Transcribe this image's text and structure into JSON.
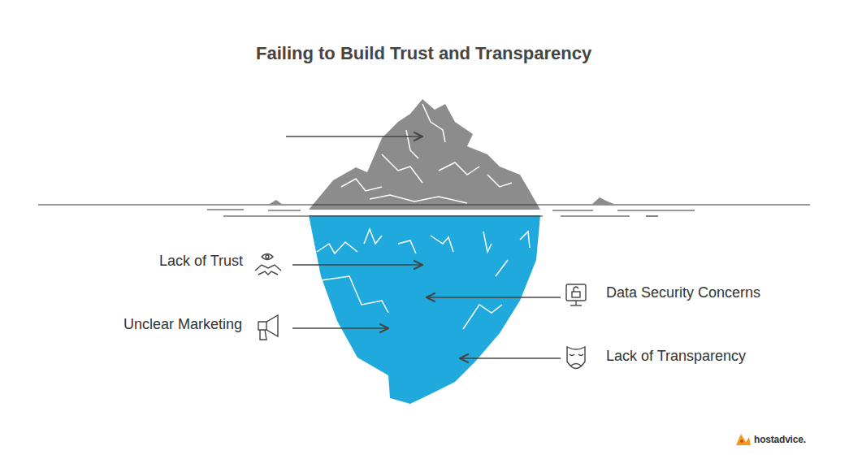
{
  "diagram": {
    "title": "Failing to Build Trust and Transparency",
    "labels": [
      "Lack of Trust",
      "Data Security Concerns",
      "Unclear Marketing",
      "Lack of Transparency",
      "hostadvice."
    ]
  }
}
